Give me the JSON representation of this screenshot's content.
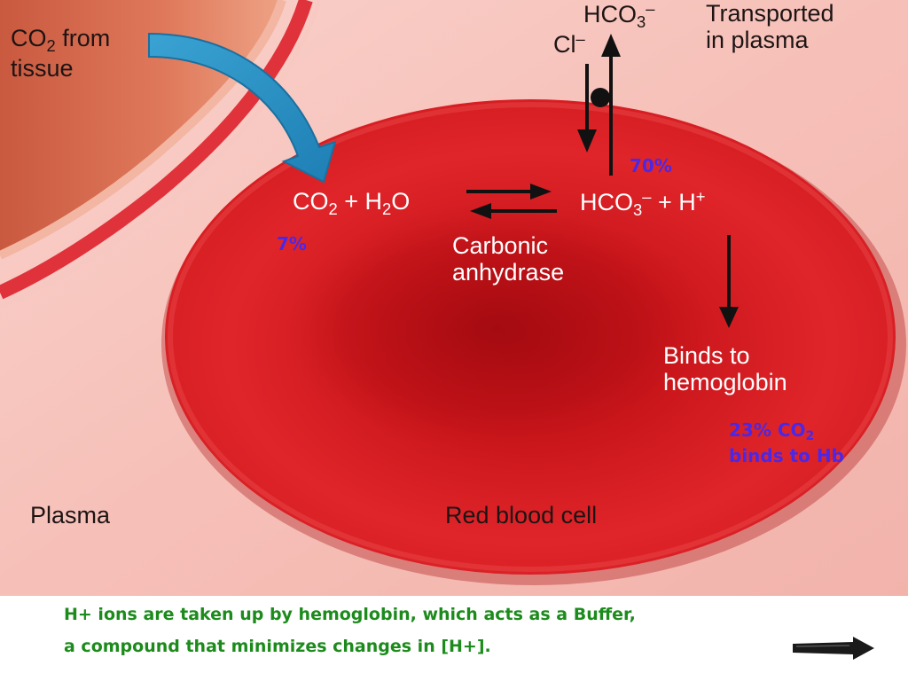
{
  "labels": {
    "co2_source_prefix": "CO",
    "co2_source_sub": "2",
    "co2_source_suffix": " from",
    "co2_source_line2": "tissue",
    "hco3_top": "HCO",
    "hco3_top_sub": "3",
    "hco3_top_sup": "–",
    "cl_ion": "Cl",
    "cl_ion_sup": "–",
    "transported_line1": "Transported",
    "transported_line2": "in plasma",
    "eq_left_a": "CO",
    "eq_left_a_sub": "2",
    "eq_left_b": " + H",
    "eq_left_b_sub": "2",
    "eq_left_c": "O",
    "eq_right_a": "HCO",
    "eq_right_a_sub": "3",
    "eq_right_a_sup": "–",
    "eq_right_b": " + H",
    "eq_right_b_sup": "+",
    "enzyme_line1": "Carbonic",
    "enzyme_line2": "anhydrase",
    "binds_line1": "Binds to",
    "binds_line2": "hemoglobin",
    "plasma": "Plasma",
    "red_blood_cell": "Red blood cell"
  },
  "annotations": {
    "pct_dissolved": "7%",
    "pct_bicarbonate": "70%",
    "pct_hb_line1_a": "23% CO",
    "pct_hb_line1_sub": "2",
    "pct_hb_line2": "binds to Hb"
  },
  "caption": {
    "line1": "H+ ions are taken up by hemoglobin, which acts as a Buffer,",
    "line2": "a compound that minimizes changes in [H+]."
  },
  "colors": {
    "annotation": "#4a28e8",
    "caption": "#1c8b1c",
    "inflow_arrow": "#2b8fc2",
    "cell": "#d41a1e",
    "plasma": "#f6c2bc"
  },
  "icons": {
    "next_arrow": "right-arrow-icon",
    "co2_arrow": "curved-arrow-icon"
  }
}
